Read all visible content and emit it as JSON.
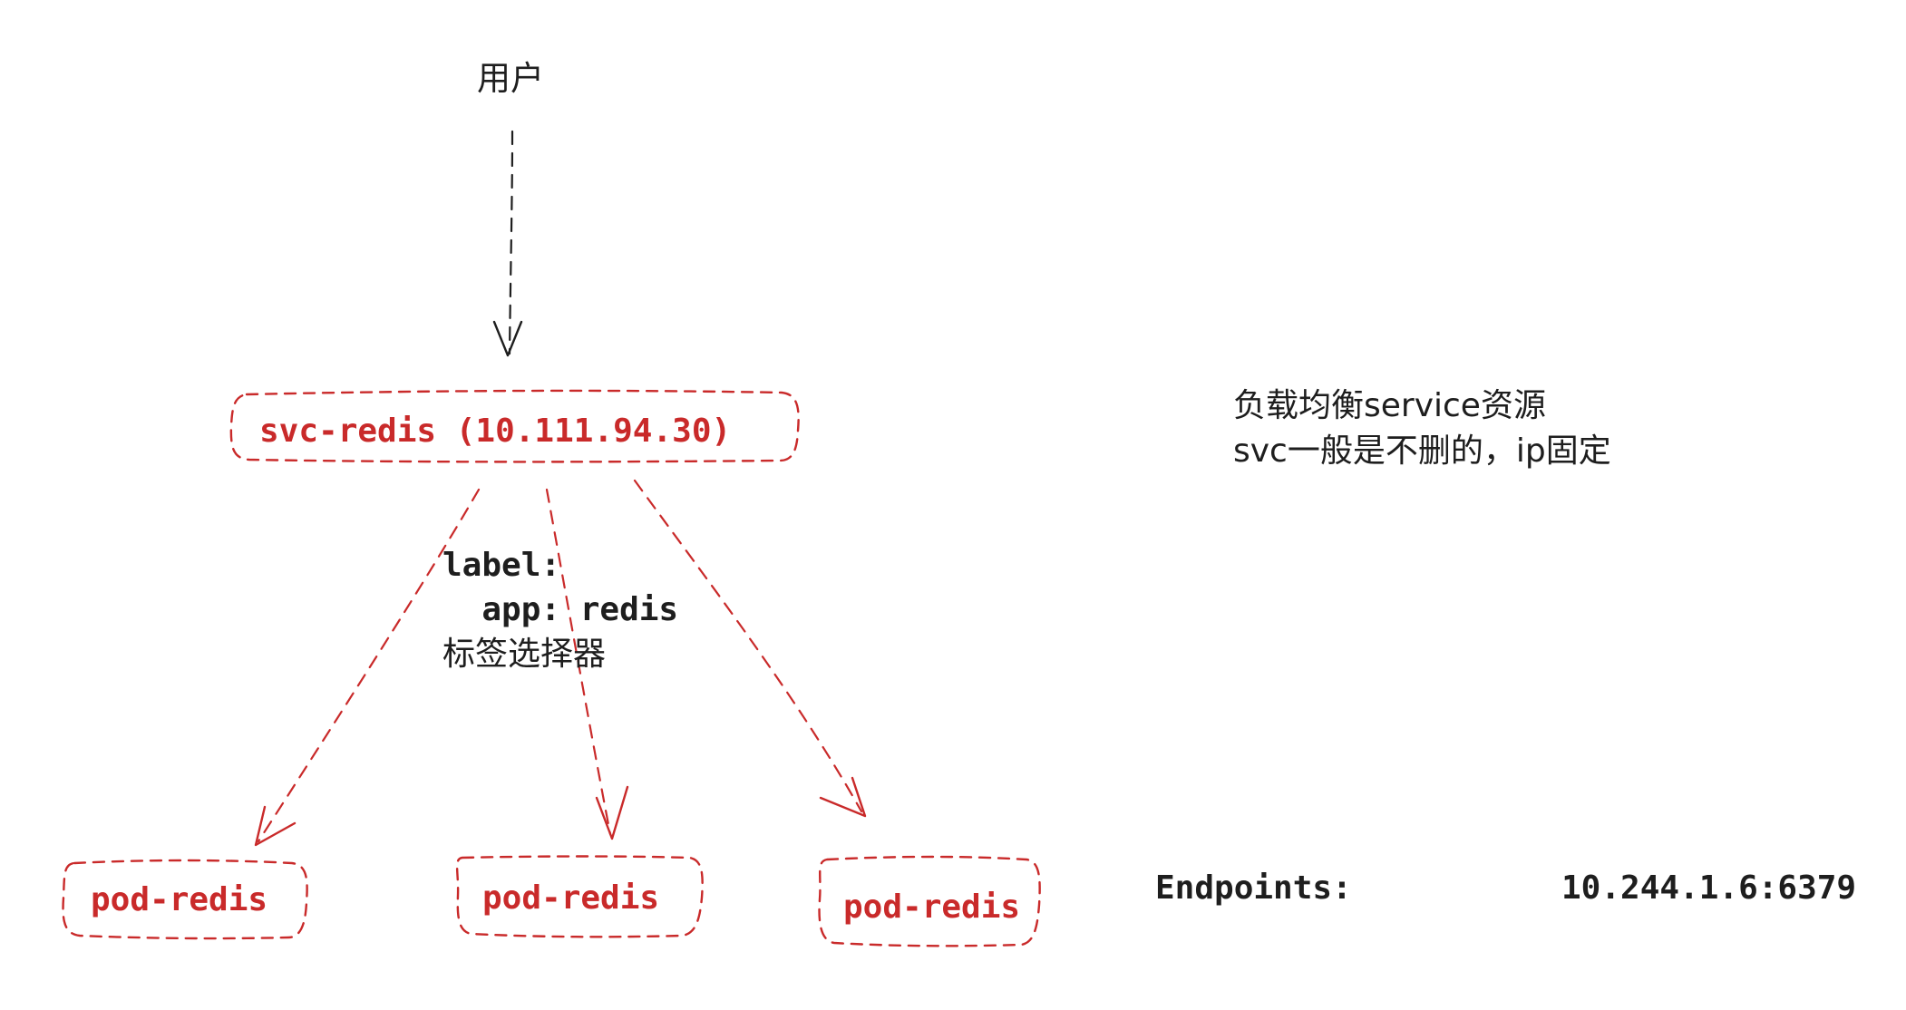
{
  "colors": {
    "red": "#c92a2a",
    "black": "#1e1e1e",
    "background": "#ffffff"
  },
  "user_label": "用户",
  "service": {
    "label": "svc-redis (10.111.94.30)"
  },
  "selector": {
    "line1": "label:",
    "line2": "  app: redis",
    "line3": "标签选择器"
  },
  "pods": [
    {
      "label": "pod-redis"
    },
    {
      "label": "pod-redis"
    },
    {
      "label": "pod-redis"
    }
  ],
  "note": {
    "line1": "负载均衡service资源",
    "line2": "svc一般是不删的，ip固定"
  },
  "endpoints": {
    "label": "Endpoints:",
    "value": "10.244.1.6:6379"
  }
}
